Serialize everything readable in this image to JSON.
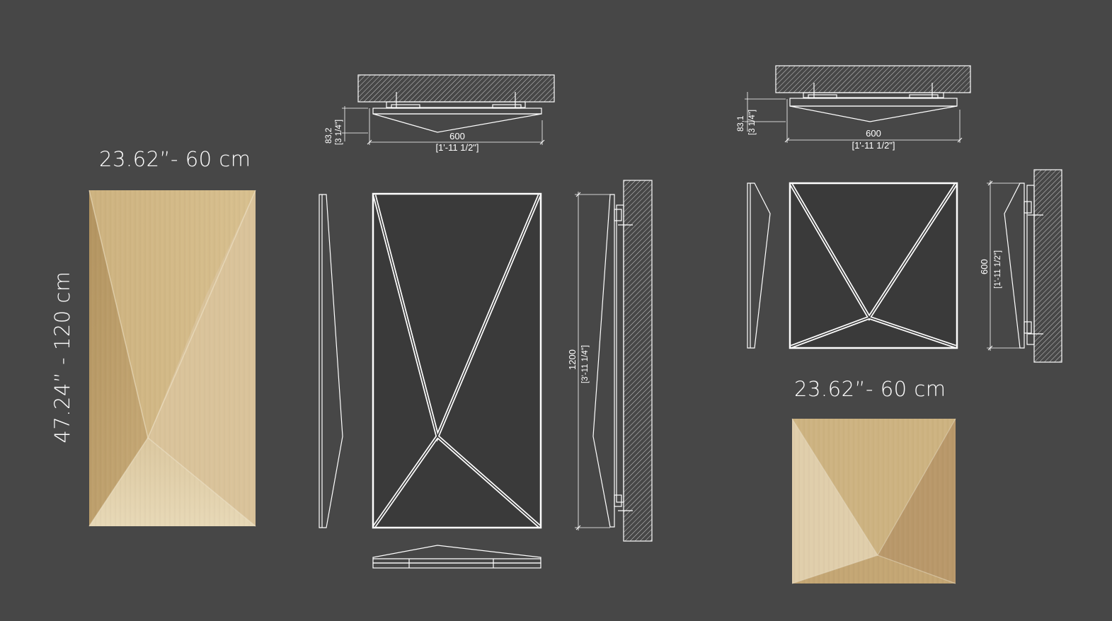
{
  "large_panel": {
    "width_label": "23.62”- 60 cm",
    "height_label": "47.24” - 120 cm",
    "top_depth": "83,2",
    "top_depth_imperial": "[3 1/4\"]",
    "top_width": "600",
    "top_width_imperial": "[1'-11 1/2\"]",
    "side_height": "1200",
    "side_height_imperial": "[3'-11 1/4\"]"
  },
  "small_panel": {
    "width_label": "23.62”- 60 cm",
    "top_depth": "83,1",
    "top_depth_imperial": "[3 1/4\"]",
    "top_width": "600",
    "top_width_imperial": "[1'-11 1/2\"]",
    "side_height": "600",
    "side_height_imperial": "[1'-11 1/2\"]"
  },
  "colors": {
    "background": "#474747",
    "drawing_fill": "#3a3a3a",
    "line": "#ffffff",
    "wood_light": "#dcc79a",
    "wood_mid": "#cdb281",
    "wood_dark": "#b89a68"
  }
}
